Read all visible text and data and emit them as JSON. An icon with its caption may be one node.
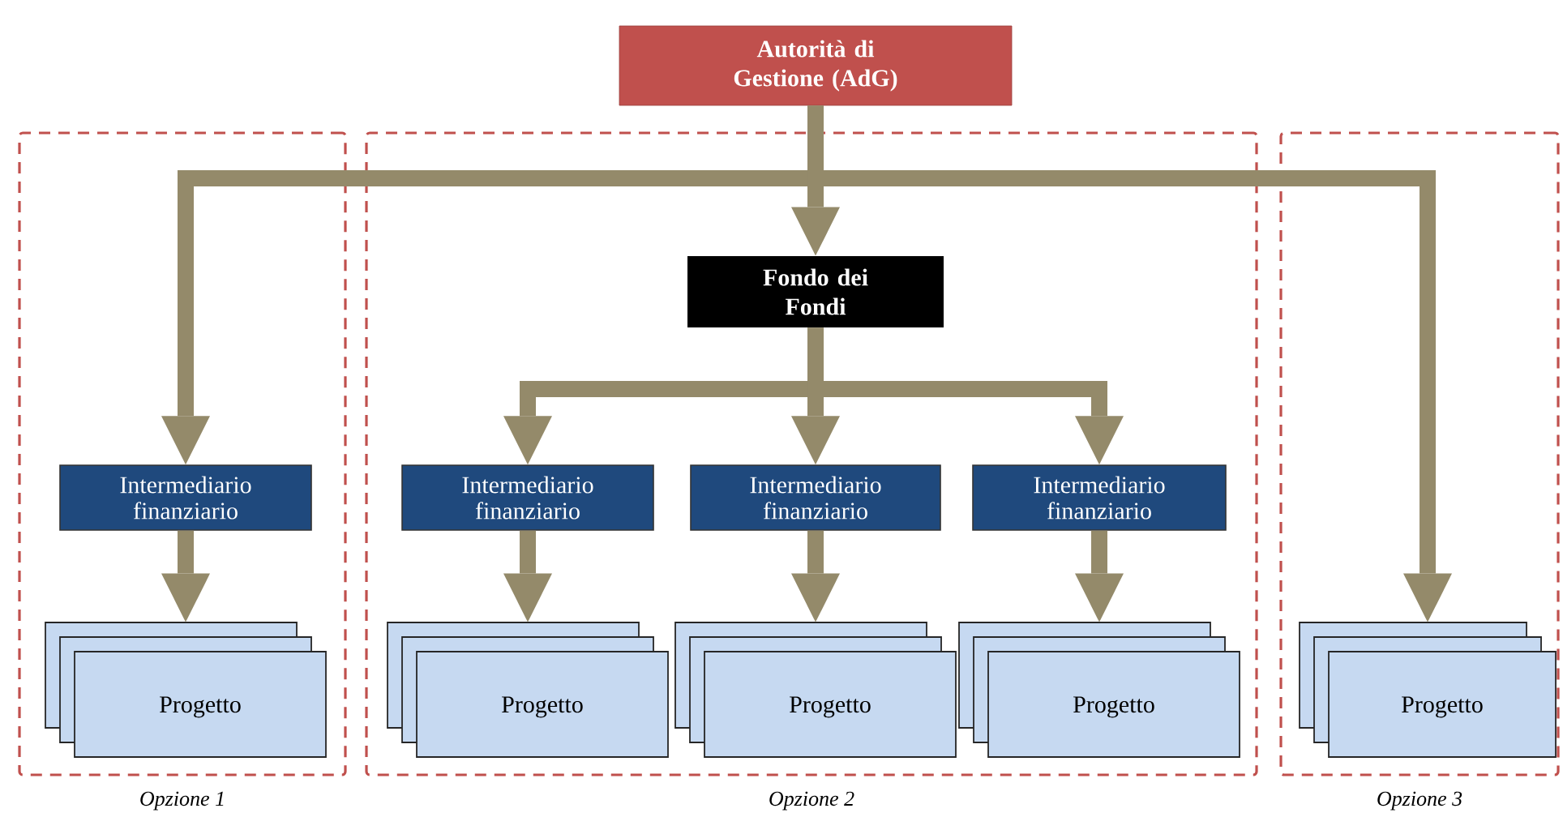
{
  "diagram": {
    "nodes": [
      {
        "text": [
          "Autorità di Gestione (AdG)"
        ]
      },
      {
        "text": [
          "Opzione 1"
        ]
      },
      {
        "text": [
          "Intermediario finanziario"
        ],
        "in": 1
      },
      {
        "text": [
          "Progetto"
        ],
        "in": 1
      },
      {
        "text": [
          "Opzione 2"
        ]
      },
      {
        "text": [
          "Fondo dei Fondi"
        ],
        "in": 4
      },
      {
        "text": [
          "Intermediario finanziario"
        ],
        "in": 4
      },
      {
        "text": [
          "Intermediario finanziario"
        ],
        "in": 4
      },
      {
        "text": [
          "Intermediario finanziario"
        ],
        "in": 4
      },
      {
        "text": [
          "Progetto"
        ],
        "in": 4
      },
      {
        "text": [
          "Progetto"
        ],
        "in": 4
      },
      {
        "text": [
          "Progetto"
        ],
        "in": 4
      },
      {
        "text": [
          "Opzione 3"
        ]
      },
      {
        "text": [
          "Progetto"
        ],
        "in": 12
      }
    ],
    "edges": [
      {
        "from": 0,
        "to": 2,
        "arrow": "to"
      },
      {
        "from": 0,
        "to": 5,
        "arrow": "to"
      },
      {
        "from": 0,
        "to": 13,
        "arrow": "to"
      },
      {
        "from": 2,
        "to": 3,
        "arrow": "to"
      },
      {
        "from": 5,
        "to": 6,
        "arrow": "to"
      },
      {
        "from": 5,
        "to": 7,
        "arrow": "to"
      },
      {
        "from": 5,
        "to": 8,
        "arrow": "to"
      },
      {
        "from": 6,
        "to": 9,
        "arrow": "to"
      },
      {
        "from": 7,
        "to": 10,
        "arrow": "to"
      },
      {
        "from": 8,
        "to": 11,
        "arrow": "to"
      }
    ]
  }
}
